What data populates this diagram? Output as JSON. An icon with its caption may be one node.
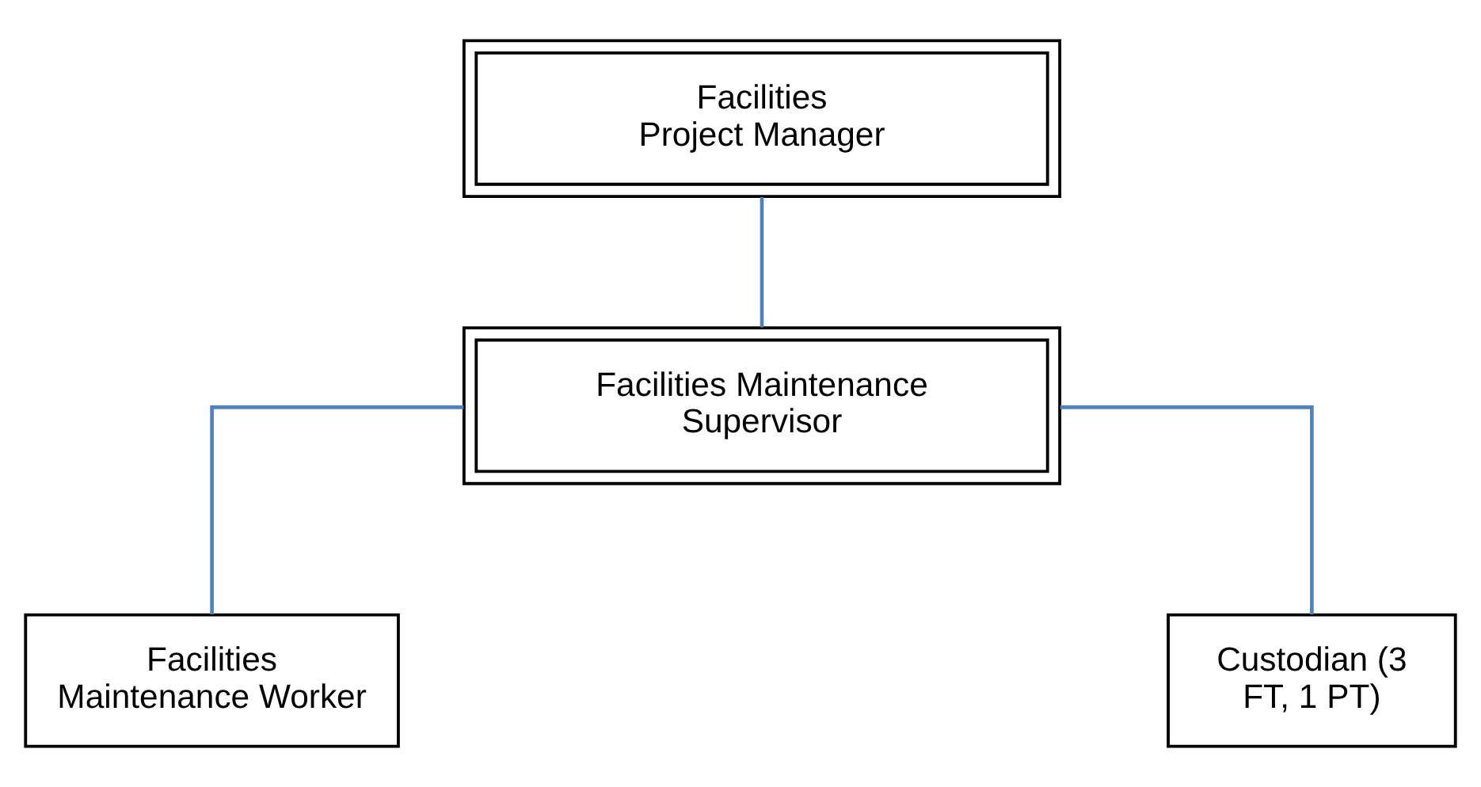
{
  "diagram": {
    "nodes": [
      {
        "text": [
          "Facilities Project Manager"
        ]
      },
      {
        "text": [
          "Facilities Maintenance Supervisor"
        ]
      },
      {
        "text": [
          "Facilities Maintenance Worker"
        ]
      },
      {
        "text": [
          "Custodian (3 FT, 1 PT)"
        ]
      }
    ],
    "edges": [
      {
        "from": 0,
        "to": 1,
        "arrow": "none"
      },
      {
        "from": 1,
        "to": 2,
        "arrow": "none"
      },
      {
        "from": 1,
        "to": 3,
        "arrow": "none"
      }
    ]
  }
}
